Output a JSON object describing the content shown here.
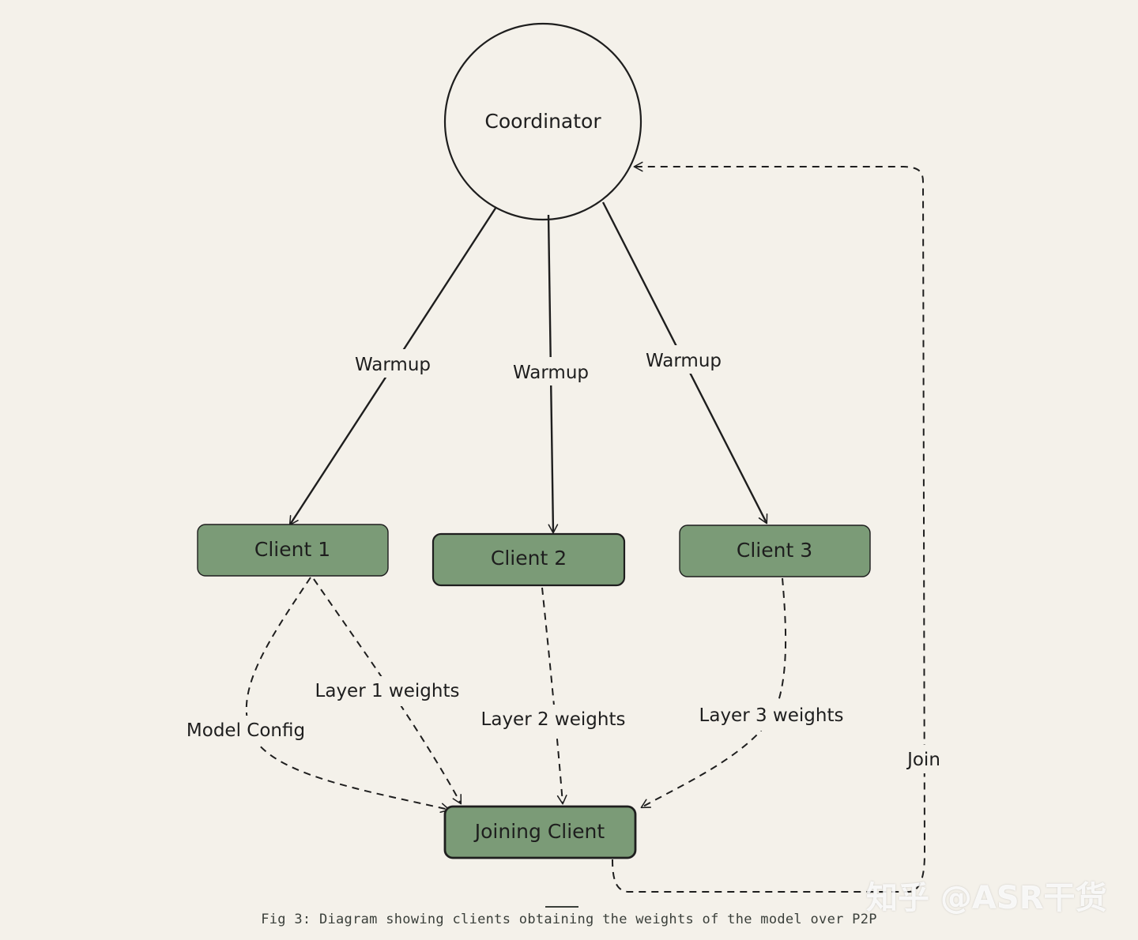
{
  "colors": {
    "background": "#f4f1ea",
    "node_fill": "#7b9b77",
    "stroke": "#1e1e1e"
  },
  "nodes": {
    "coordinator": "Coordinator",
    "client1": "Client 1",
    "client2": "Client 2",
    "client3": "Client 3",
    "joining_client": "Joining Client"
  },
  "edges": {
    "warmup1": "Warmup",
    "warmup2": "Warmup",
    "warmup3": "Warmup",
    "model_config": "Model Config",
    "layer1_weights": "Layer 1 weights",
    "layer2_weights": "Layer 2 weights",
    "layer3_weights": "Layer 3 weights",
    "join": "Join"
  },
  "caption": "Fig 3: Diagram showing clients obtaining the weights of the model over P2P",
  "watermark": "知乎 @ASR干货"
}
